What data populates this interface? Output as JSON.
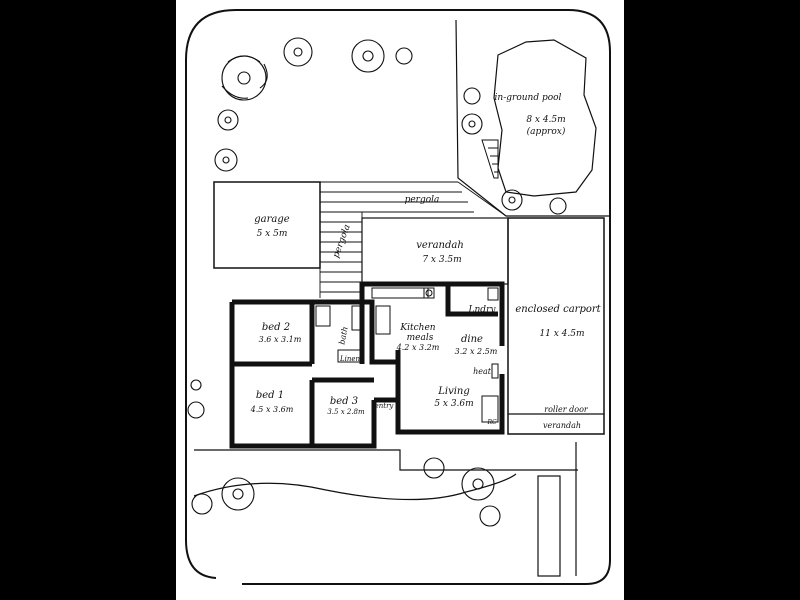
{
  "rooms": {
    "pool": {
      "name": "in-ground pool",
      "size": "8 x 4.5m",
      "note": "(approx)"
    },
    "pergola_top": {
      "name": "pergola"
    },
    "pergola_side": {
      "name": "pergola"
    },
    "garage": {
      "name": "garage",
      "size": "5 x 5m"
    },
    "verandah_rear": {
      "name": "verandah",
      "size": "7 x 3.5m"
    },
    "carport": {
      "name": "enclosed carport",
      "size": "11 x 4.5m"
    },
    "bed2": {
      "name": "bed 2",
      "size": "3.6 x 3.1m"
    },
    "bath": {
      "name": "bath"
    },
    "linen": {
      "name": "Linen"
    },
    "kitchen": {
      "name": "Kitchen",
      "sub": "meals",
      "size": "4.2 x 3.2m"
    },
    "lndry": {
      "name": "Lndry"
    },
    "dine": {
      "name": "dine",
      "size": "3.2 x 2.5m"
    },
    "heat": {
      "name": "heat"
    },
    "living": {
      "name": "Living",
      "size": "5 x 3.6m"
    },
    "bed1": {
      "name": "bed 1",
      "size": "4.5 x 3.6m"
    },
    "bed3": {
      "name": "bed 3",
      "size": "3.5 x 2.8m"
    },
    "entry": {
      "name": "entry"
    },
    "roller_door": {
      "name": "roller door"
    },
    "verandah_front": {
      "name": "verandah"
    },
    "rc": {
      "name": "RC"
    }
  }
}
